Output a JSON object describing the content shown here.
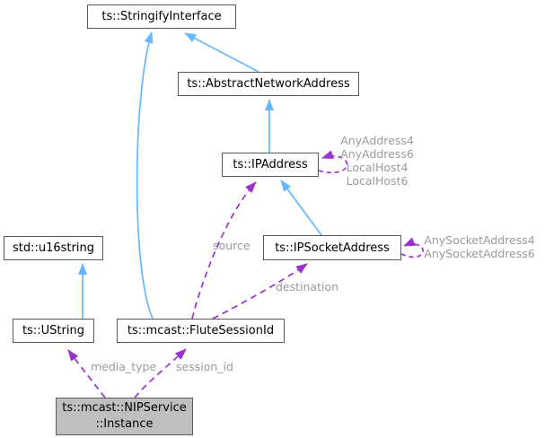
{
  "colors": {
    "background": "#ffffff",
    "inherit_edge": "#63b8ff",
    "usage_edge": "#9a32cd",
    "edge_label": "#9b9b9b",
    "node_border": "#5a5a5a",
    "node_fill": "#ffffff",
    "node_text": "#000000",
    "focus_node_fill": "#bfbfbf"
  },
  "nodes": {
    "stringify": {
      "label": "ts::StringifyInterface"
    },
    "abstract_network_address": {
      "label": "ts::AbstractNetworkAddress"
    },
    "ip_address": {
      "label": "ts::IPAddress"
    },
    "ip_socket_address": {
      "label": "ts::IPSocketAddress"
    },
    "u16string": {
      "label": "std::u16string"
    },
    "ustring": {
      "label": "ts::UString"
    },
    "flute_session_id": {
      "label": "ts::mcast::FluteSessionId"
    },
    "nip_service_instance": {
      "line1": "ts::mcast::NIPService",
      "line2": "::Instance"
    }
  },
  "edge_labels": {
    "source": "source",
    "destination": "destination",
    "media_type": "media_type",
    "session_id": "session_id"
  },
  "self_reference_labels": {
    "ip_address": {
      "line1": "AnyAddress4",
      "line2": "AnyAddress6",
      "line3": "LocalHost4",
      "line4": "LocalHost6"
    },
    "ip_socket_address": {
      "line1": "AnySocketAddress4",
      "line2": "AnySocketAddress6"
    }
  }
}
